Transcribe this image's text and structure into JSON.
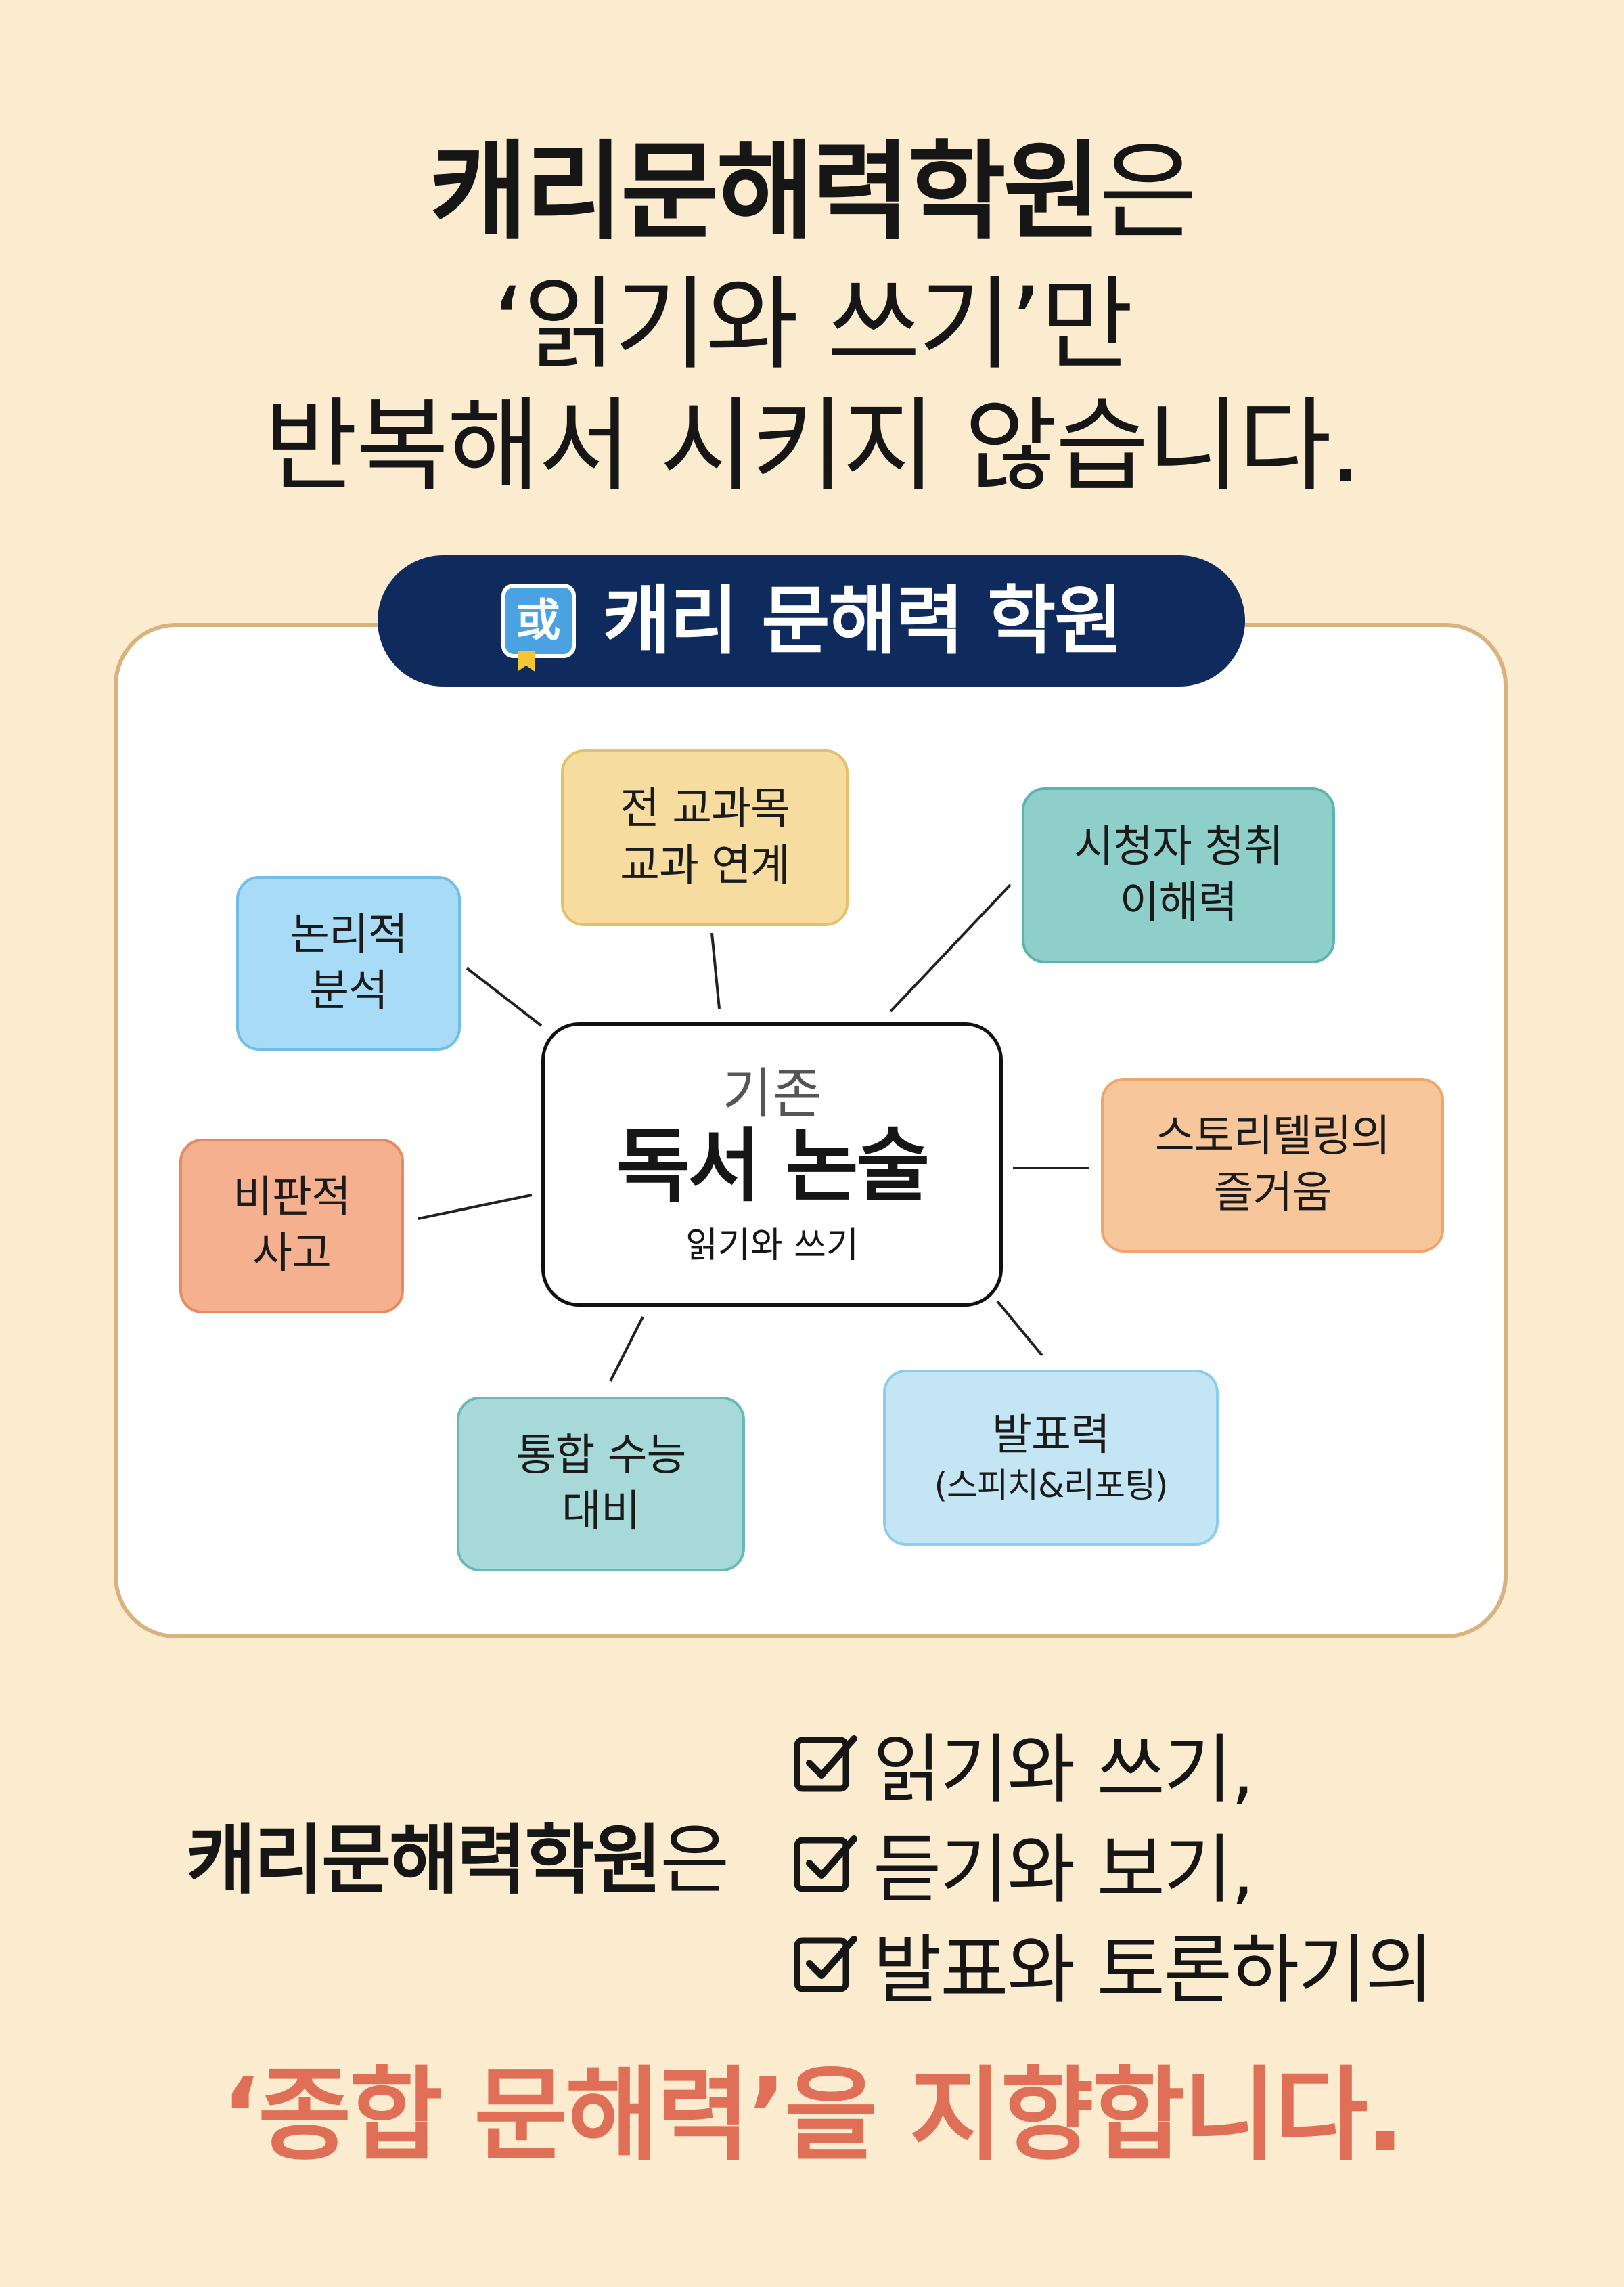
{
  "headline": {
    "line1_bold": "캐리문해력학원",
    "line1_light": "은",
    "line2": "‘읽기와 쓰기’만",
    "line3": "반복해서 시키지 않습니다."
  },
  "logo": {
    "mark": "或",
    "text": "캐리 문해력 학원"
  },
  "center": {
    "top": "기존",
    "main": "독서 논술",
    "sub": "읽기와 쓰기"
  },
  "nodes": {
    "logic": {
      "line1": "논리적",
      "line2": "분석",
      "color": "#a8dcf6"
    },
    "subjects": {
      "line1": "전 교과목",
      "line2": "교과 연계",
      "color": "#f7dca0"
    },
    "listening": {
      "line1": "시청자 청취",
      "line2": "이해력",
      "color": "#8ecfca"
    },
    "critical": {
      "line1": "비판적",
      "line2": "사고",
      "color": "#f4b08f"
    },
    "story": {
      "line1": "스토리텔링의",
      "line2": "즐거움",
      "color": "#f8c69b"
    },
    "exam": {
      "line1": "통합 수능",
      "line2": "대비",
      "color": "#a6d9d8"
    },
    "speech": {
      "line1": "발표력",
      "line2": "(스피치&리포팅)",
      "color": "#c4e6f4"
    }
  },
  "bottom": {
    "left_bold": "캐리문해력학원",
    "left_light": "은",
    "checks": [
      "읽기와 쓰기,",
      "듣기와 보기,",
      "발표와 토론하기의"
    ],
    "final": "‘종합 문해력’을 지향합니다.",
    "final_color": "#e06f57"
  },
  "icons": {
    "check": "checkbox-icon",
    "logo": "book-logo-icon"
  }
}
